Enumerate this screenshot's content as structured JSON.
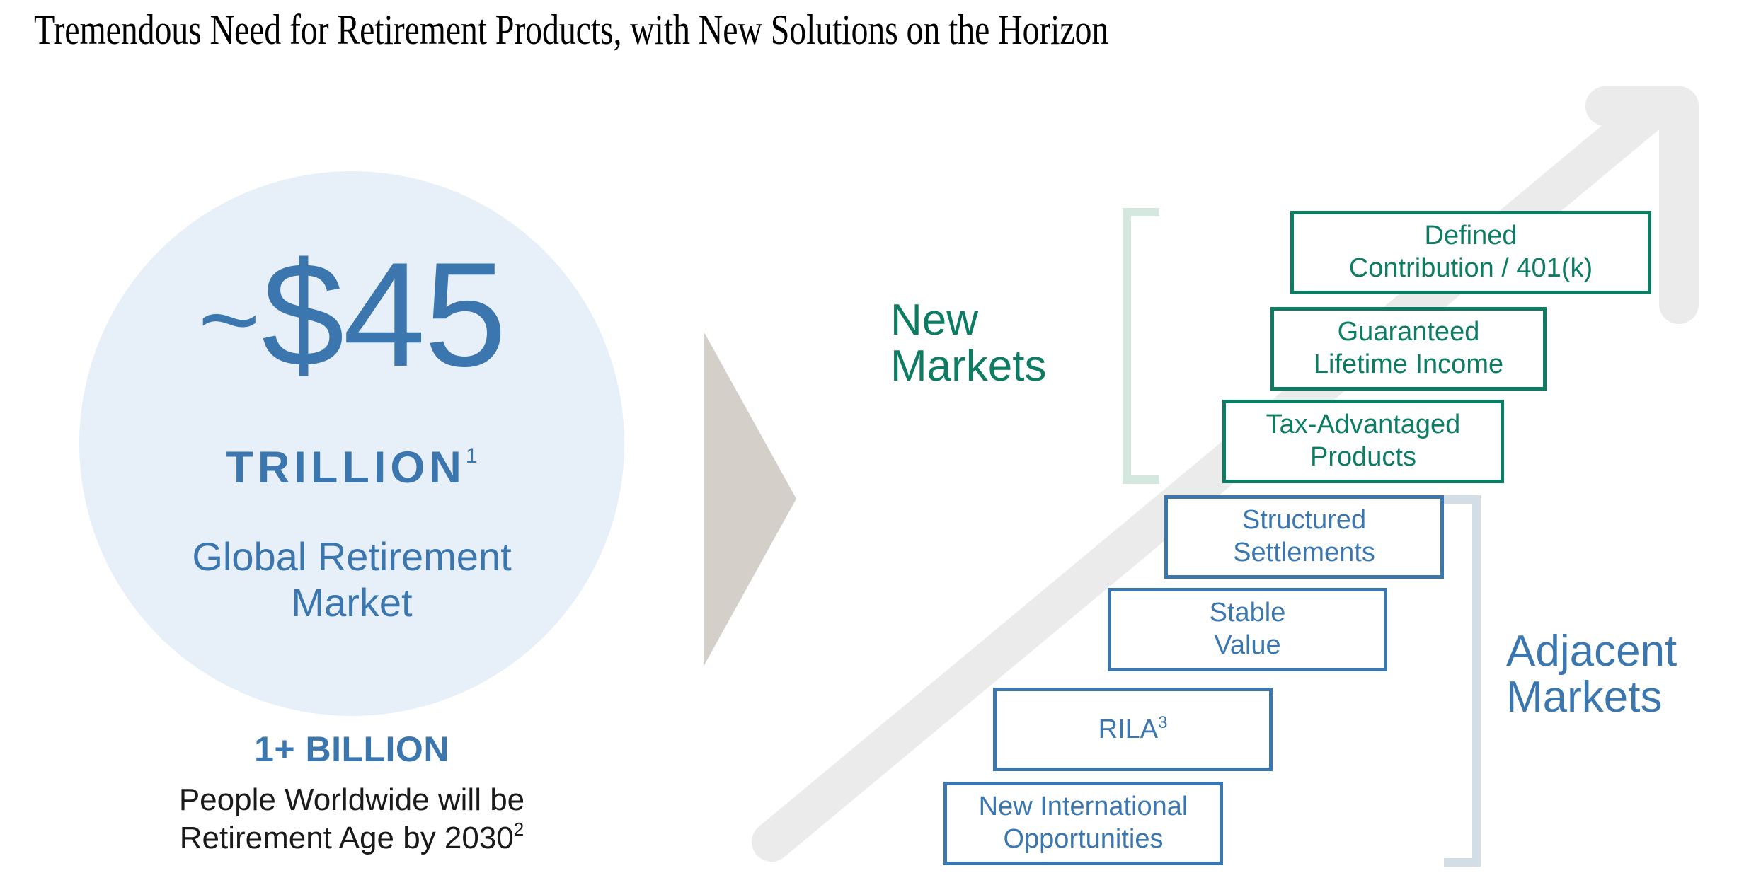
{
  "slide": {
    "title": "Tremendous Need for Retirement Products, with New Solutions on the Horizon"
  },
  "colors": {
    "brand_blue": "#3b77ae",
    "brand_green": "#0d7c63",
    "circle_fill": "#e7eff8",
    "arrow_grey": "#d4cfc8",
    "bg_arrow_grey": "#ebebeb",
    "bracket_green": "#d4e8e0",
    "bracket_blue": "#d3dde5"
  },
  "stat_circle": {
    "tilde": "~",
    "amount": "$45",
    "unit": "TRILLION",
    "unit_footnote": "1",
    "caption": "Global Retirement\nMarket"
  },
  "sub_stat": {
    "headline": "1+ BILLION",
    "caption_line1": "People Worldwide will be",
    "caption_line2": "Retirement Age by 2030",
    "caption_footnote": "2"
  },
  "groups": {
    "new_markets": {
      "label_line1": "New",
      "label_line2": "Markets"
    },
    "adjacent_markets": {
      "label_line1": "Adjacent",
      "label_line2": "Markets"
    }
  },
  "staircase": {
    "new_market_boxes": [
      {
        "id": "defined-contribution",
        "line1": "Defined",
        "line2": "Contribution / 401(k)",
        "footnote": ""
      },
      {
        "id": "guaranteed-lifetime",
        "line1": "Guaranteed",
        "line2": "Lifetime Income",
        "footnote": ""
      },
      {
        "id": "tax-advantaged",
        "line1": "Tax-Advantaged",
        "line2": "Products",
        "footnote": ""
      }
    ],
    "adjacent_market_boxes": [
      {
        "id": "structured-settlements",
        "line1": "Structured",
        "line2": "Settlements",
        "footnote": ""
      },
      {
        "id": "stable-value",
        "line1": "Stable",
        "line2": "Value",
        "footnote": ""
      },
      {
        "id": "rila",
        "line1": "RILA",
        "line2": "",
        "footnote": "3"
      },
      {
        "id": "new-international",
        "line1": "New International",
        "line2": "Opportunities",
        "footnote": ""
      }
    ]
  },
  "icons": {
    "growth_arrow": "growth-arrow-icon",
    "right_chevron_arrow": "right-chevron-arrow-icon"
  }
}
